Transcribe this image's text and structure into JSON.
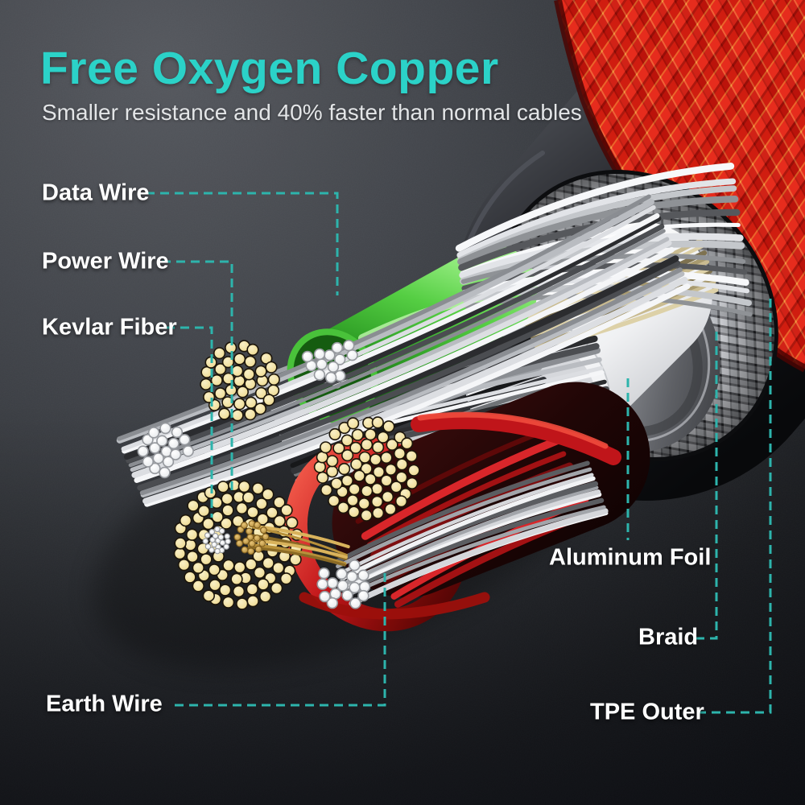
{
  "header": {
    "title": "Free Oxygen Copper",
    "subtitle": "Smaller resistance and 40% faster than normal cables"
  },
  "callouts": [
    {
      "id": "data-wire",
      "label": "Data Wire"
    },
    {
      "id": "power-wire",
      "label": "Power Wire"
    },
    {
      "id": "kevlar-fiber",
      "label": "Kevlar Fiber"
    },
    {
      "id": "earth-wire",
      "label": "Earth Wire"
    },
    {
      "id": "aluminum-foil",
      "label": "Aluminum Foil"
    },
    {
      "id": "braid",
      "label": "Braid"
    },
    {
      "id": "tpe-outer",
      "label": "TPE Outer"
    }
  ],
  "colors": {
    "accent_teal": "#2bd2c8",
    "leader_teal": "#2db4ac",
    "braid_red": "#d81e15",
    "wire_green": "#3fbf37",
    "wire_red": "#c4161a",
    "copper_strand": "#f3e4a8",
    "kevlar_tan": "#d8cba1",
    "label_white": "#ffffff"
  }
}
